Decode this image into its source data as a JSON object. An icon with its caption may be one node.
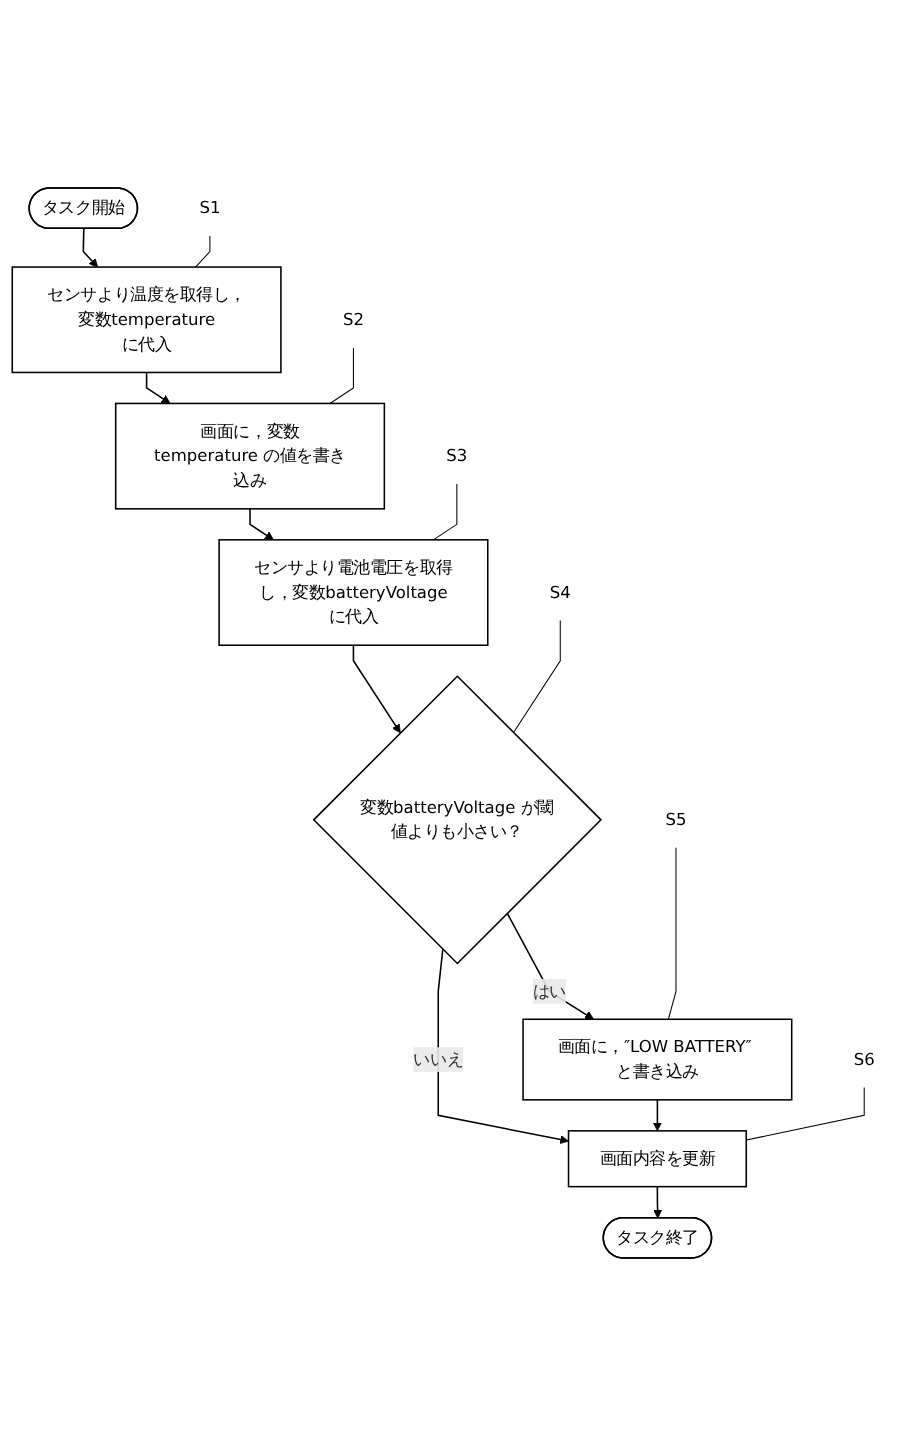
{
  "diagram": {
    "nodes": [
      {
        "text": [
          "タスク開始"
        ]
      },
      {
        "text": [
          "S1"
        ]
      },
      {
        "text": [
          "センサより温度を取得し，変数temperature に代入"
        ]
      },
      {
        "text": [
          "S2"
        ]
      },
      {
        "text": [
          "画面に，変数temperature の値を書き込み"
        ]
      },
      {
        "text": [
          "S3"
        ]
      },
      {
        "text": [
          "センサより電池電圧を取得し，変数batteryVoltage に代入"
        ]
      },
      {
        "text": [
          "S4"
        ]
      },
      {
        "text": [
          "変数batteryVoltage が閾値よりも小さい？"
        ]
      },
      {
        "text": [
          "S5"
        ]
      },
      {
        "text": [
          "画面に，″LOW BATTERY″ と書き込み"
        ]
      },
      {
        "text": [
          "S6"
        ]
      },
      {
        "text": [
          "画面内容を更新"
        ]
      },
      {
        "text": [
          "タスク終了"
        ]
      }
    ],
    "edges": [
      {
        "from": 0,
        "to": 2,
        "arrow": "to"
      },
      {
        "from": 1,
        "to": 2,
        "arrow": "none"
      },
      {
        "from": 2,
        "to": 4,
        "arrow": "to"
      },
      {
        "from": 3,
        "to": 4,
        "arrow": "none"
      },
      {
        "from": 4,
        "to": 6,
        "arrow": "to"
      },
      {
        "from": 5,
        "to": 6,
        "arrow": "none"
      },
      {
        "from": 6,
        "to": 8,
        "arrow": "to"
      },
      {
        "from": 7,
        "to": 8,
        "arrow": "none"
      },
      {
        "from": 8,
        "to": 10,
        "arrow": "to",
        "label": "はい"
      },
      {
        "from": 9,
        "to": 10,
        "arrow": "none"
      },
      {
        "from": 8,
        "to": 12,
        "arrow": "to",
        "label": "いいえ"
      },
      {
        "from": 10,
        "to": 12,
        "arrow": "to"
      },
      {
        "from": 11,
        "to": 12,
        "arrow": "none"
      },
      {
        "from": 12,
        "to": 13,
        "arrow": "to"
      }
    ]
  }
}
